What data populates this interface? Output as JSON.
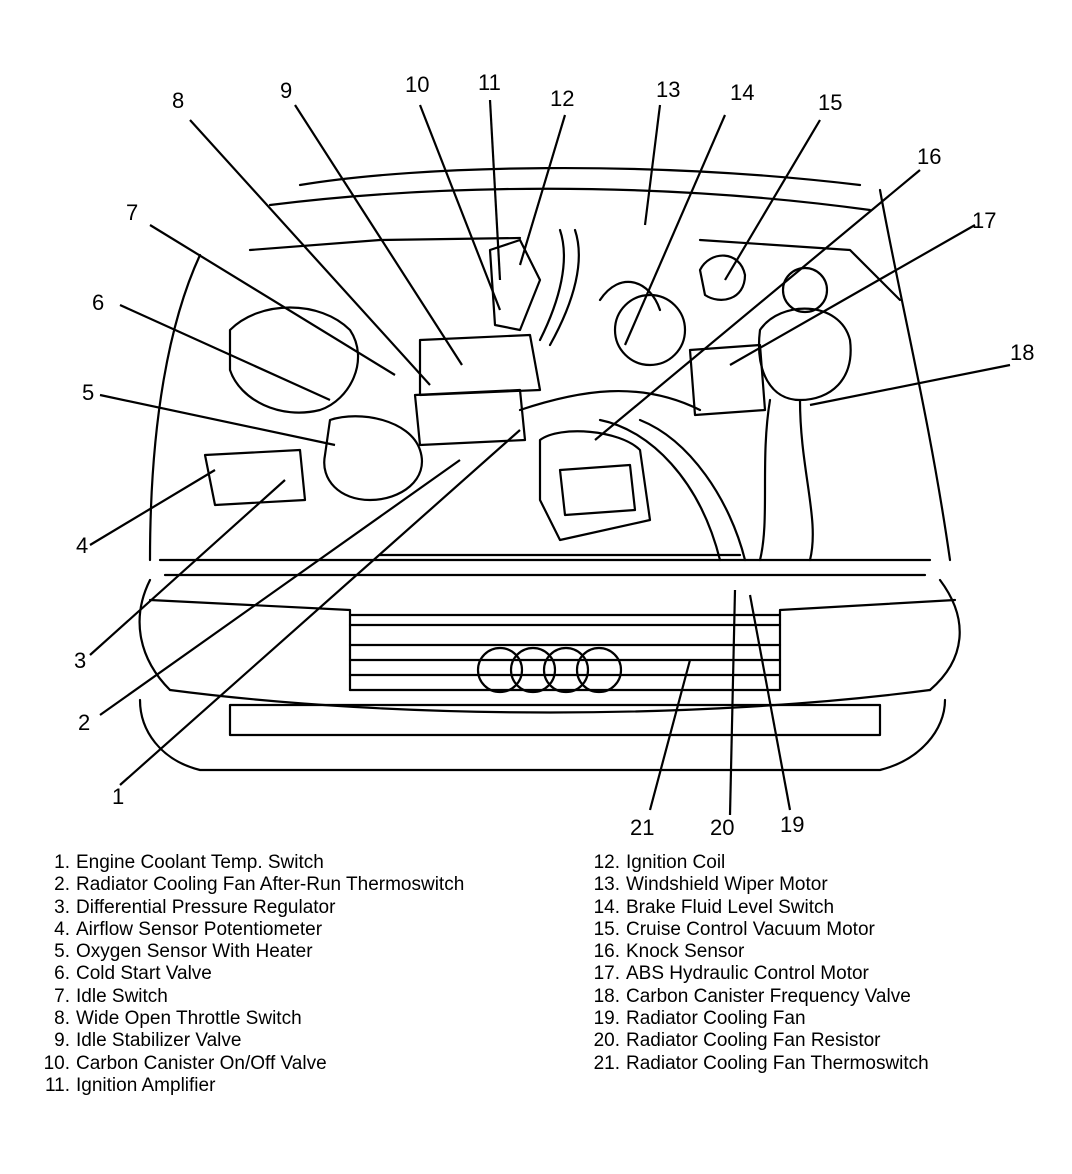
{
  "diagram": {
    "title": "",
    "callouts": [
      "1",
      "2",
      "3",
      "4",
      "5",
      "6",
      "7",
      "8",
      "9",
      "10",
      "11",
      "12",
      "13",
      "14",
      "15",
      "16",
      "17",
      "18",
      "19",
      "20",
      "21"
    ]
  },
  "legend": {
    "left": [
      {
        "num": "1.",
        "label": "Engine Coolant Temp. Switch"
      },
      {
        "num": "2.",
        "label": "Radiator Cooling Fan After-Run Thermoswitch"
      },
      {
        "num": "3.",
        "label": "Differential Pressure Regulator"
      },
      {
        "num": "4.",
        "label": "Airflow Sensor Potentiometer"
      },
      {
        "num": "5.",
        "label": "Oxygen Sensor With Heater"
      },
      {
        "num": "6.",
        "label": "Cold Start Valve"
      },
      {
        "num": "7.",
        "label": "Idle Switch"
      },
      {
        "num": "8.",
        "label": "Wide Open Throttle Switch"
      },
      {
        "num": "9.",
        "label": "Idle Stabilizer Valve"
      },
      {
        "num": "10.",
        "label": "Carbon Canister On/Off Valve"
      },
      {
        "num": "11.",
        "label": "Ignition Amplifier"
      }
    ],
    "right": [
      {
        "num": "12.",
        "label": "Ignition Coil"
      },
      {
        "num": "13.",
        "label": "Windshield Wiper Motor"
      },
      {
        "num": "14.",
        "label": "Brake Fluid Level Switch"
      },
      {
        "num": "15.",
        "label": "Cruise Control Vacuum Motor"
      },
      {
        "num": "16.",
        "label": "Knock Sensor"
      },
      {
        "num": "17.",
        "label": "ABS Hydraulic Control Motor"
      },
      {
        "num": "18.",
        "label": "Carbon Canister Frequency Valve"
      },
      {
        "num": "19.",
        "label": "Radiator Cooling Fan"
      },
      {
        "num": "20.",
        "label": "Radiator Cooling Fan Resistor"
      },
      {
        "num": "21.",
        "label": "Radiator Cooling Fan Thermoswitch"
      }
    ]
  }
}
